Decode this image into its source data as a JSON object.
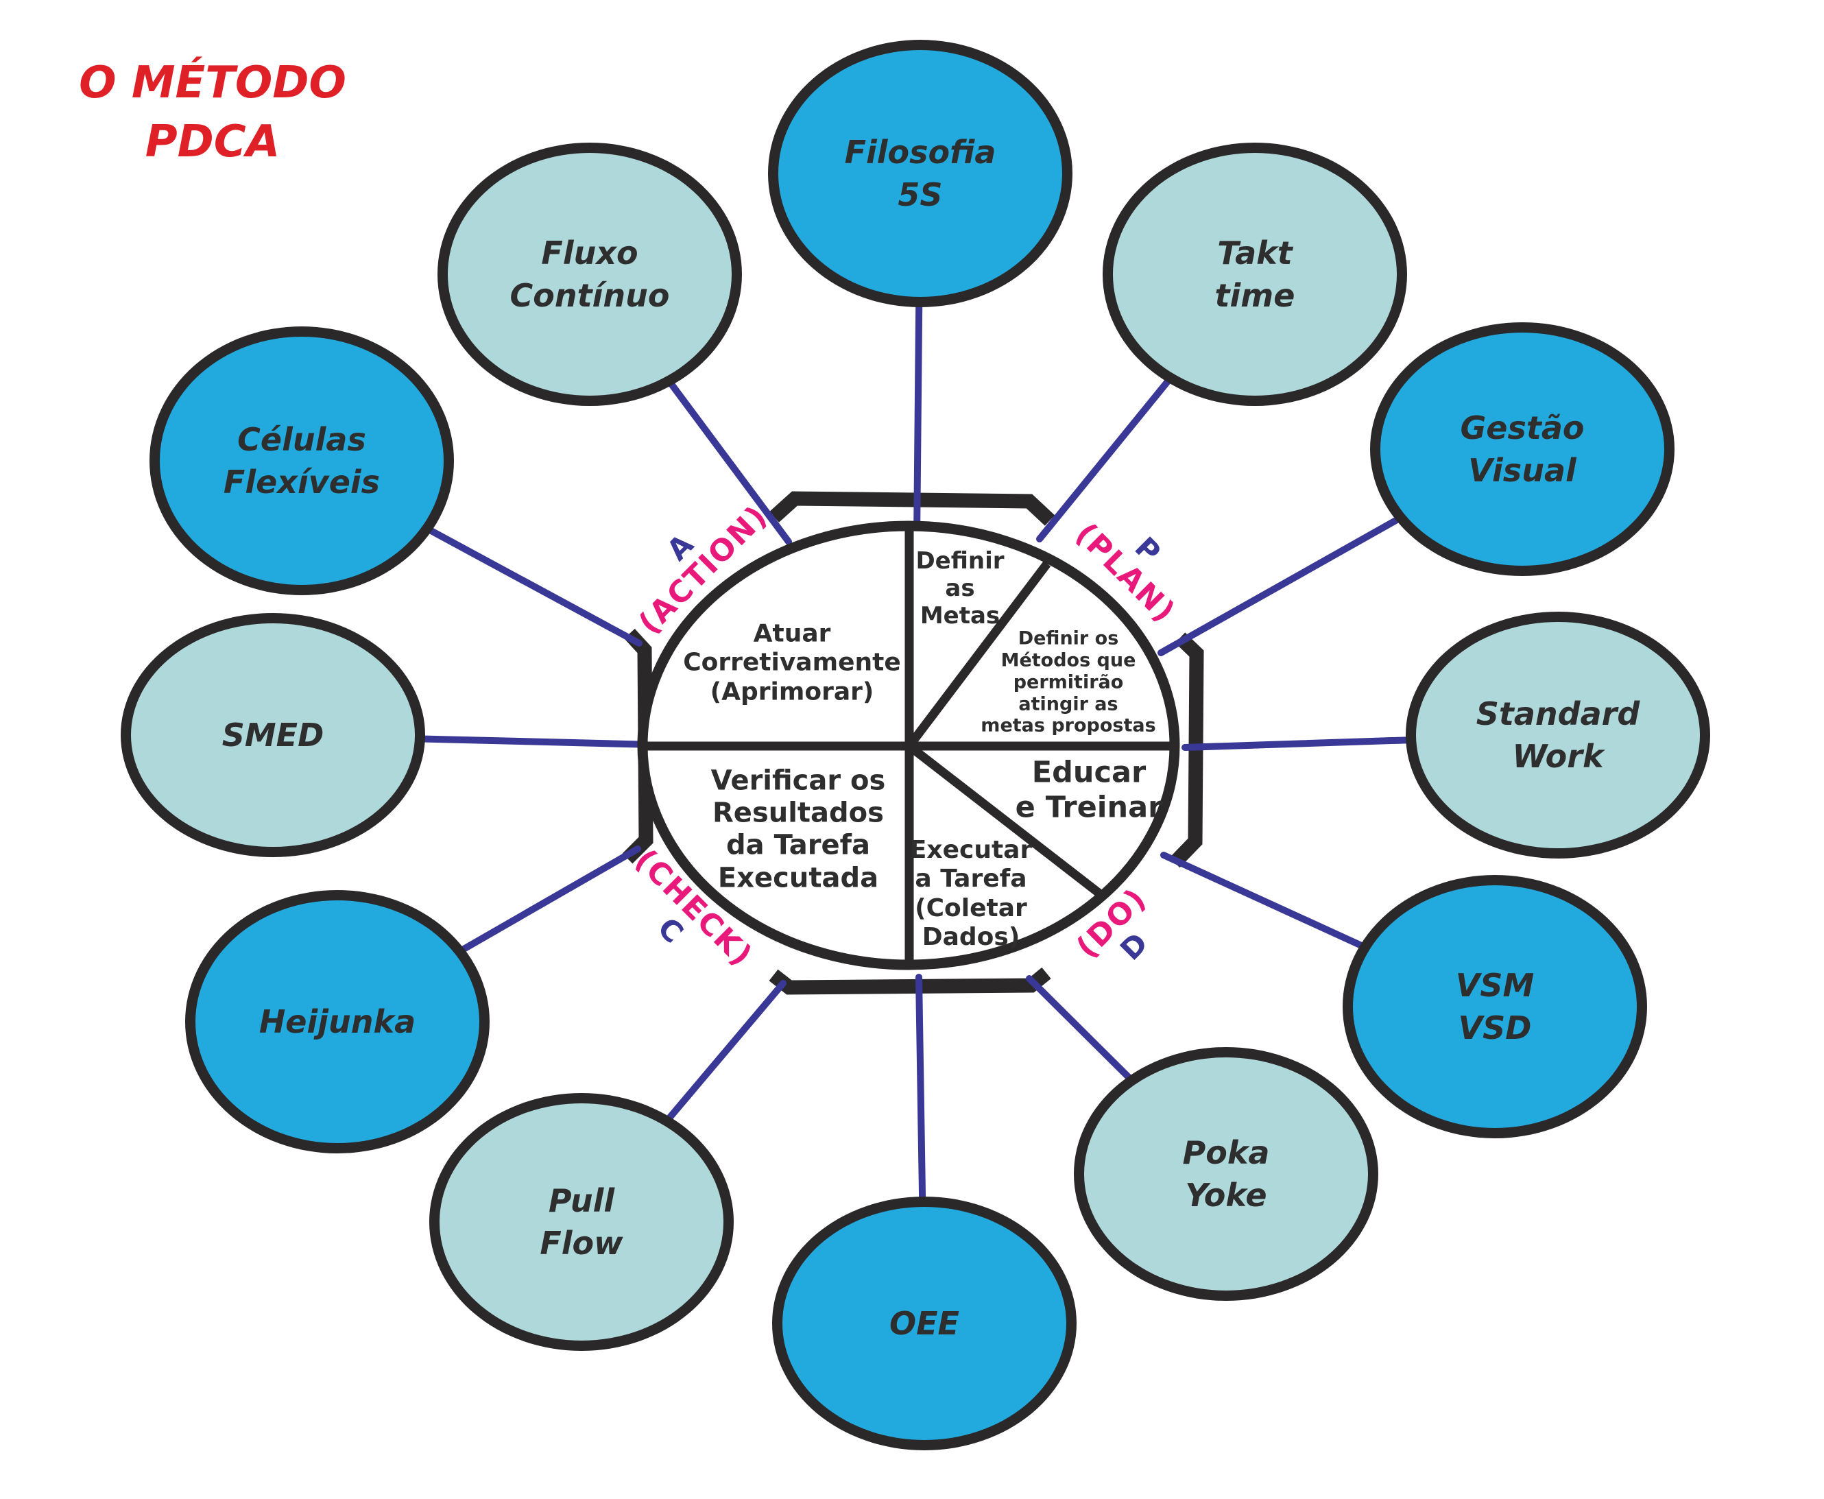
{
  "title": {
    "text": "O MÉTODO\nPDCA"
  },
  "colors": {
    "background": "#FFFFFF",
    "node_dark_fill": "#22AADF",
    "node_light_fill": "#AFD8DB",
    "outline": "#2B2829",
    "connector": "#3A3896",
    "letter_blue": "#3A3896",
    "label_pink": "#E9197C",
    "title_red": "#DF2127",
    "text_dark": "#2E2E2E"
  },
  "pdca": {
    "action": {
      "letter": "A",
      "word": "(ACTION)"
    },
    "plan": {
      "letter": "P",
      "word": "(PLAN)"
    },
    "do": {
      "letter": "D",
      "word": "(DO)"
    },
    "check": {
      "letter": "C",
      "word": "(CHECK)"
    }
  },
  "wheel": {
    "segments": {
      "definir_metas": "Definir\nas\nMetas",
      "definir_metodos": "Definir os\nMétodos que\npermitirão\natingir as\nmetas propostas",
      "educar": "Educar\ne Treinar",
      "executar": "Executar\na Tarefa\n(Coletar\nDados)",
      "verificar": "Verificar os\nResultados\nda Tarefa\nExecutada",
      "atuar": "Atuar\nCorretivamente\n(Aprimorar)"
    }
  },
  "nodes": [
    {
      "id": "fluxo-continuo",
      "label": "Fluxo\nContínuo",
      "tone": "light"
    },
    {
      "id": "filosofia-5s",
      "label": "Filosofia\n5S",
      "tone": "dark"
    },
    {
      "id": "takt-time",
      "label": "Takt\ntime",
      "tone": "light"
    },
    {
      "id": "gestao-visual",
      "label": "Gestão\nVisual",
      "tone": "dark"
    },
    {
      "id": "standard-work",
      "label": "Standard\nWork",
      "tone": "light"
    },
    {
      "id": "vsm-vsd",
      "label": "VSM\nVSD",
      "tone": "dark"
    },
    {
      "id": "poka-yoke",
      "label": "Poka\nYoke",
      "tone": "light"
    },
    {
      "id": "oee",
      "label": "OEE",
      "tone": "dark"
    },
    {
      "id": "pull-flow",
      "label": "Pull\nFlow",
      "tone": "light"
    },
    {
      "id": "heijunka",
      "label": "Heijunka",
      "tone": "dark"
    },
    {
      "id": "smed",
      "label": "SMED",
      "tone": "light"
    },
    {
      "id": "celulas-flexiveis",
      "label": "Células\nFlexíveis",
      "tone": "dark"
    }
  ]
}
